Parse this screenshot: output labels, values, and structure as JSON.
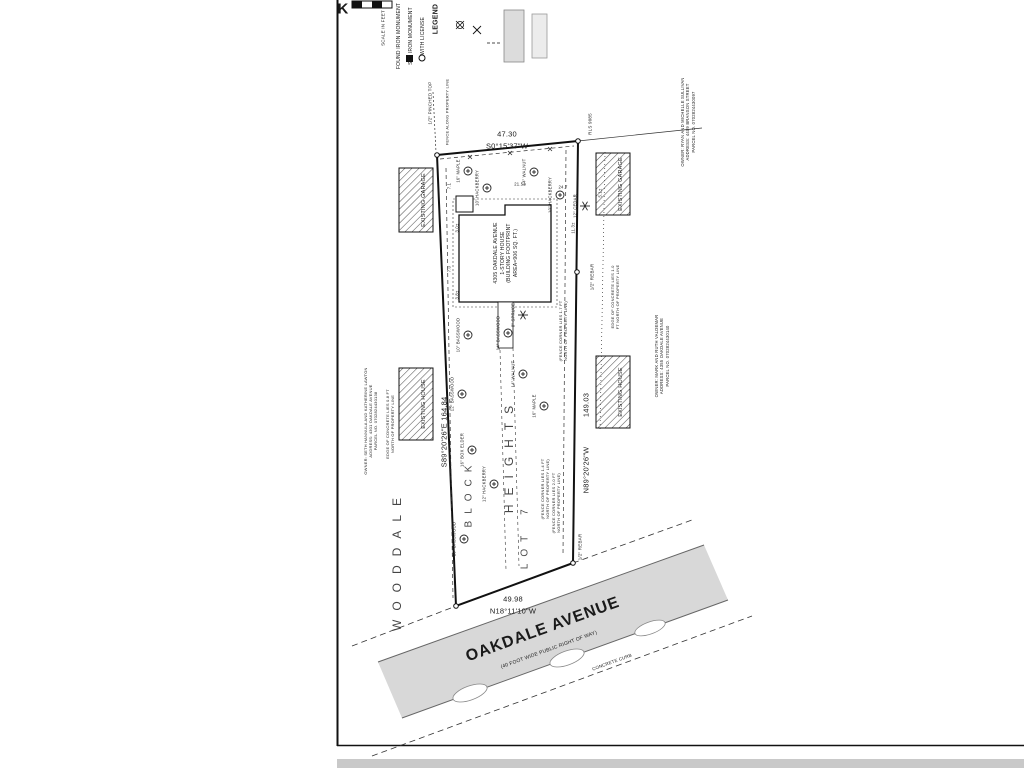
{
  "sheet": {
    "corner_letter": "K"
  },
  "legend": {
    "title": "LEGEND",
    "scale_label": "SCALE IN FEET",
    "found_label": "FOUND IRON MONUMENT",
    "set_label": "SET IRON MONUMENT",
    "license_label": "WITH LICENSE"
  },
  "boundary": {
    "north_distance": "47.30",
    "north_bearing": "S0°15'37\"W",
    "west_label": "S89°20'26\"E  164.84",
    "east_distance": "149.03",
    "east_bearing": "N89°20'26\"W",
    "south_distance": "49.98",
    "south_bearing": "N18°11'10\"W"
  },
  "monuments": {
    "nw": "1/2\" PINCHED TOP",
    "ne": "RLS 9085",
    "east": "1/2\" REBAR",
    "se": "1/2\" REBAR"
  },
  "notes": {
    "fence_top": "FENCE ALONG PROPERTY LINE",
    "concrete_left_1": "EDGE OF CONCRETE LIES 0.8 FT",
    "concrete_left_2": "NORTH OF PROPERTY LINE",
    "concrete_right_1": "EDGE OF CONCRETE LIES 1.0",
    "concrete_right_2": "FT NORTH OF PROPERTY LINE",
    "fence_corner_1a": "(FENCE CORNER LIES 1.7 FT",
    "fence_corner_1b": "NORTH OF PROPERTY LINE)",
    "fence_corner_2a": "(FENCE CORNER LIES 1.4 FT",
    "fence_corner_2b": "NORTH OF PROPERTY LINE)",
    "fence_corner_3a": "(FENCE CORNER LIES 2.0 FT",
    "fence_corner_3b": "NORTH OF PROPERTY LINE)"
  },
  "house": {
    "line1": "4305 OAKDALE AVENUE",
    "line2": "1-STORY HOUSE",
    "line3": "(BUILDING FOOTPRINT",
    "line4": "AREA=906 SQ. FT.)"
  },
  "neighbors": {
    "garage_left": "EXISTING GARAGE",
    "house_left": "EXISTING HOUSE",
    "garage_right": "EXISTING GARAGE",
    "house_right": "EXISTING HOUSE"
  },
  "owners": {
    "north_l1": "OWNER: RYAN AND MICHELLE SULLIVAN",
    "north_l2": "ADDRESS: 4409 BRANSON STREET",
    "north_l3": "PARCEL NO. 0702824430097",
    "east_l1": "OWNER: MARK AND RUTH VALDEMAR",
    "east_l2": "ADDRESS: 4355 OAKDALE AVENUE",
    "east_l3": "PARCEL NO. 0702824430140",
    "west_l1": "OWNER: SETH HANNULA AND KATHERINE LAWTON",
    "west_l2": "ADDRESS: 4301 OAKDALE AVENUE",
    "west_l3": "PARCEL NO. 0702824430138"
  },
  "plat": {
    "name1": "WOODDALE",
    "name2": "HEIGHTS",
    "block": "BLOCK",
    "lot": "LOT",
    "lot_number": "7"
  },
  "street": {
    "name": "OAKDALE AVENUE",
    "row": "(40 FOOT WIDE PUBLIC RIGHT OF WAY)",
    "curb": "CONCRETE CURB"
  },
  "dims": {
    "d1": "7.1",
    "d2": "3.0±",
    "d3": "7.0",
    "d4": "3.8±",
    "d5": "21.5±",
    "d6": "24.7",
    "d7": "5.1±",
    "d8": "11.3±"
  },
  "trees": [
    {
      "label": "16\" MAPLE"
    },
    {
      "label": "10\" HACKBERRY"
    },
    {
      "label": "14\" WALNUT"
    },
    {
      "label": "10\" HACKBERRY"
    },
    {
      "label": "12\" CEDAR"
    },
    {
      "label": "8\" SPRUCE"
    },
    {
      "label": "14\" BASSWOOD"
    },
    {
      "label": "10\" BASSWOOD"
    },
    {
      "label": "12\" BASSWOOD"
    },
    {
      "label": "14\" WALNUT"
    },
    {
      "label": "16\" MAPLE"
    },
    {
      "label": "16\" BOX ELDER"
    },
    {
      "label": "12\" HACKBERRY"
    },
    {
      "label": "10\" BASSWOOD"
    }
  ]
}
